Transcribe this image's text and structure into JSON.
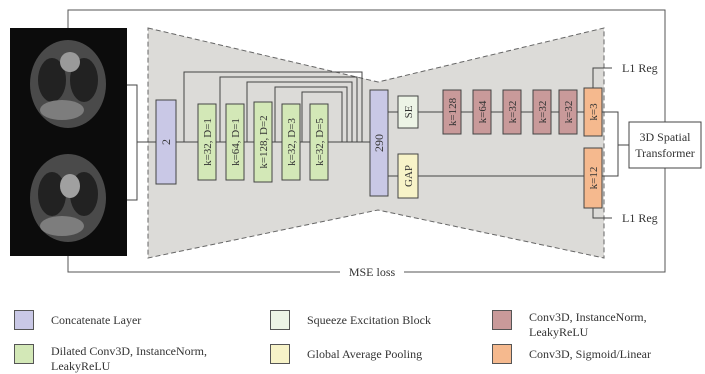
{
  "network": {
    "concat_label": "2",
    "dilated_blocks": [
      "k=32, D=1",
      "k=64, D=1",
      "k=128, D=2",
      "k=32, D=3",
      "k=32, D=5"
    ],
    "bottleneck_label": "290",
    "se_label": "SE",
    "gap_label": "GAP",
    "conv_blocks": [
      "k=128",
      "k=64",
      "k=32",
      "k=32",
      "k=32"
    ],
    "head_top_label": "k=3",
    "head_bottom_label": "k=12",
    "l1_top": "L1 Reg",
    "l1_bottom": "L1 Reg",
    "transformer_label": [
      "3D Spatial",
      "Transformer"
    ],
    "mse_label": "MSE loss"
  },
  "legend": {
    "concat": "Concatenate Layer",
    "se": "Squeeze Excitation Block",
    "conv_norm": "Conv3D, InstanceNorm, LeakyReLU",
    "dilated": "Dilated Conv3D, InstanceNorm, LeakyReLU",
    "gap": "Global Average Pooling",
    "conv_sig": "Conv3D, Sigmoid/Linear"
  },
  "colors": {
    "concat": "#c9c8e6",
    "dilated": "#d3e8b7",
    "se": "#edf4e6",
    "gap": "#f7f3c8",
    "conv_norm": "#c99a9a",
    "conv_sig": "#f5b98e",
    "funnel": "#dcdbd8"
  }
}
